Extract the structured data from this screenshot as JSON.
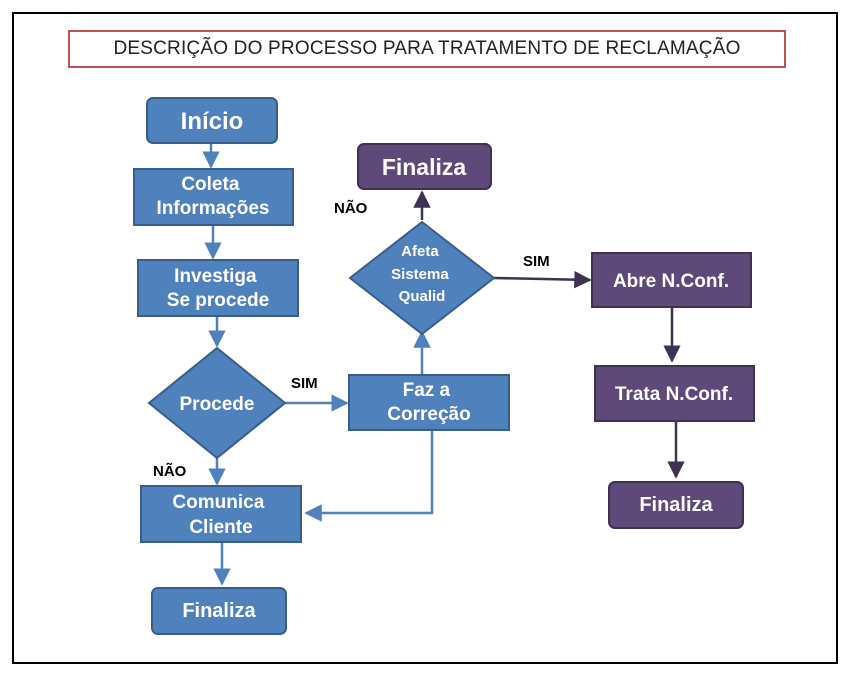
{
  "title": "DESCRIÇÃO DO PROCESSO PARA TRATAMENTO DE RECLAMAÇÃO",
  "colors": {
    "blue_fill": "#4f81bd",
    "blue_stroke": "#385d8a",
    "purple_fill": "#5f497a",
    "purple_stroke": "#3f3151",
    "title_border": "#c0504d"
  },
  "nodes": {
    "inicio": {
      "lines": [
        "Início"
      ]
    },
    "coleta": {
      "lines": [
        "Coleta",
        "Informações"
      ]
    },
    "investiga": {
      "lines": [
        "Investiga",
        "Se procede"
      ]
    },
    "procede": {
      "lines": [
        "Procede"
      ]
    },
    "comunica": {
      "lines": [
        "Comunica",
        "Cliente"
      ]
    },
    "finaliza_left": {
      "lines": [
        "Finaliza"
      ]
    },
    "correcao": {
      "lines": [
        "Faz a",
        "Correção"
      ]
    },
    "afeta": {
      "lines": [
        "Afeta",
        "Sistema",
        "Qualid"
      ]
    },
    "finaliza_top": {
      "lines": [
        "Finaliza"
      ]
    },
    "abre": {
      "lines": [
        "Abre N.Conf."
      ]
    },
    "trata": {
      "lines": [
        "Trata N.Conf."
      ]
    },
    "finaliza_right": {
      "lines": [
        "Finaliza"
      ]
    }
  },
  "edge_labels": {
    "procede_sim": "SIM",
    "procede_nao": "NÃO",
    "afeta_sim": "SIM",
    "afeta_nao": "NÃO"
  }
}
